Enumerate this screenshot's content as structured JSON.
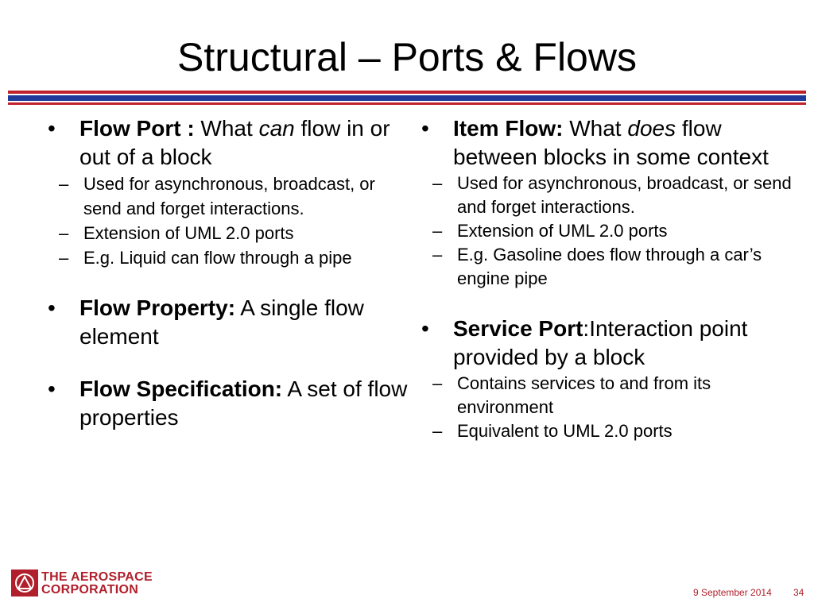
{
  "slide": {
    "title": "Structural – Ports & Flows",
    "left_column": [
      {
        "term": "Flow Port :",
        "text_before": " What ",
        "text_italic": "can",
        "text_after": " flow in or out of a block",
        "subs": [
          "Used for asynchronous, broadcast, or send and forget interactions.",
          "Extension of UML 2.0 ports",
          "E.g. Liquid can flow through a pipe"
        ]
      },
      {
        "term": "Flow Property:",
        "text": " A single flow element"
      },
      {
        "term": "Flow Specification:",
        "text": " A set of flow properties"
      }
    ],
    "right_column": [
      {
        "term": "Item Flow:",
        "text_before": " What ",
        "text_italic": "does",
        "text_after": " flow between blocks in some context",
        "subs": [
          "Used for asynchronous, broadcast, or send and forget interactions.",
          "Extension of UML 2.0 ports",
          "E.g. Gasoline does flow through a car’s engine pipe"
        ]
      },
      {
        "term": "Service Port",
        "text": ":Interaction point provided by a block",
        "subs": [
          "Contains services to and from its environment",
          "Equivalent to UML 2.0 ports"
        ]
      }
    ]
  },
  "footer": {
    "logo_line1": "THE AEROSPACE",
    "logo_line2": "CORPORATION",
    "date": "9 September 2014",
    "page": "34"
  },
  "colors": {
    "brand_red": "#b01f2b",
    "rule_blue": "#1f3a9a",
    "rule_red": "#c0222c"
  },
  "icons": {
    "logo": "aerospace-logo-icon"
  }
}
